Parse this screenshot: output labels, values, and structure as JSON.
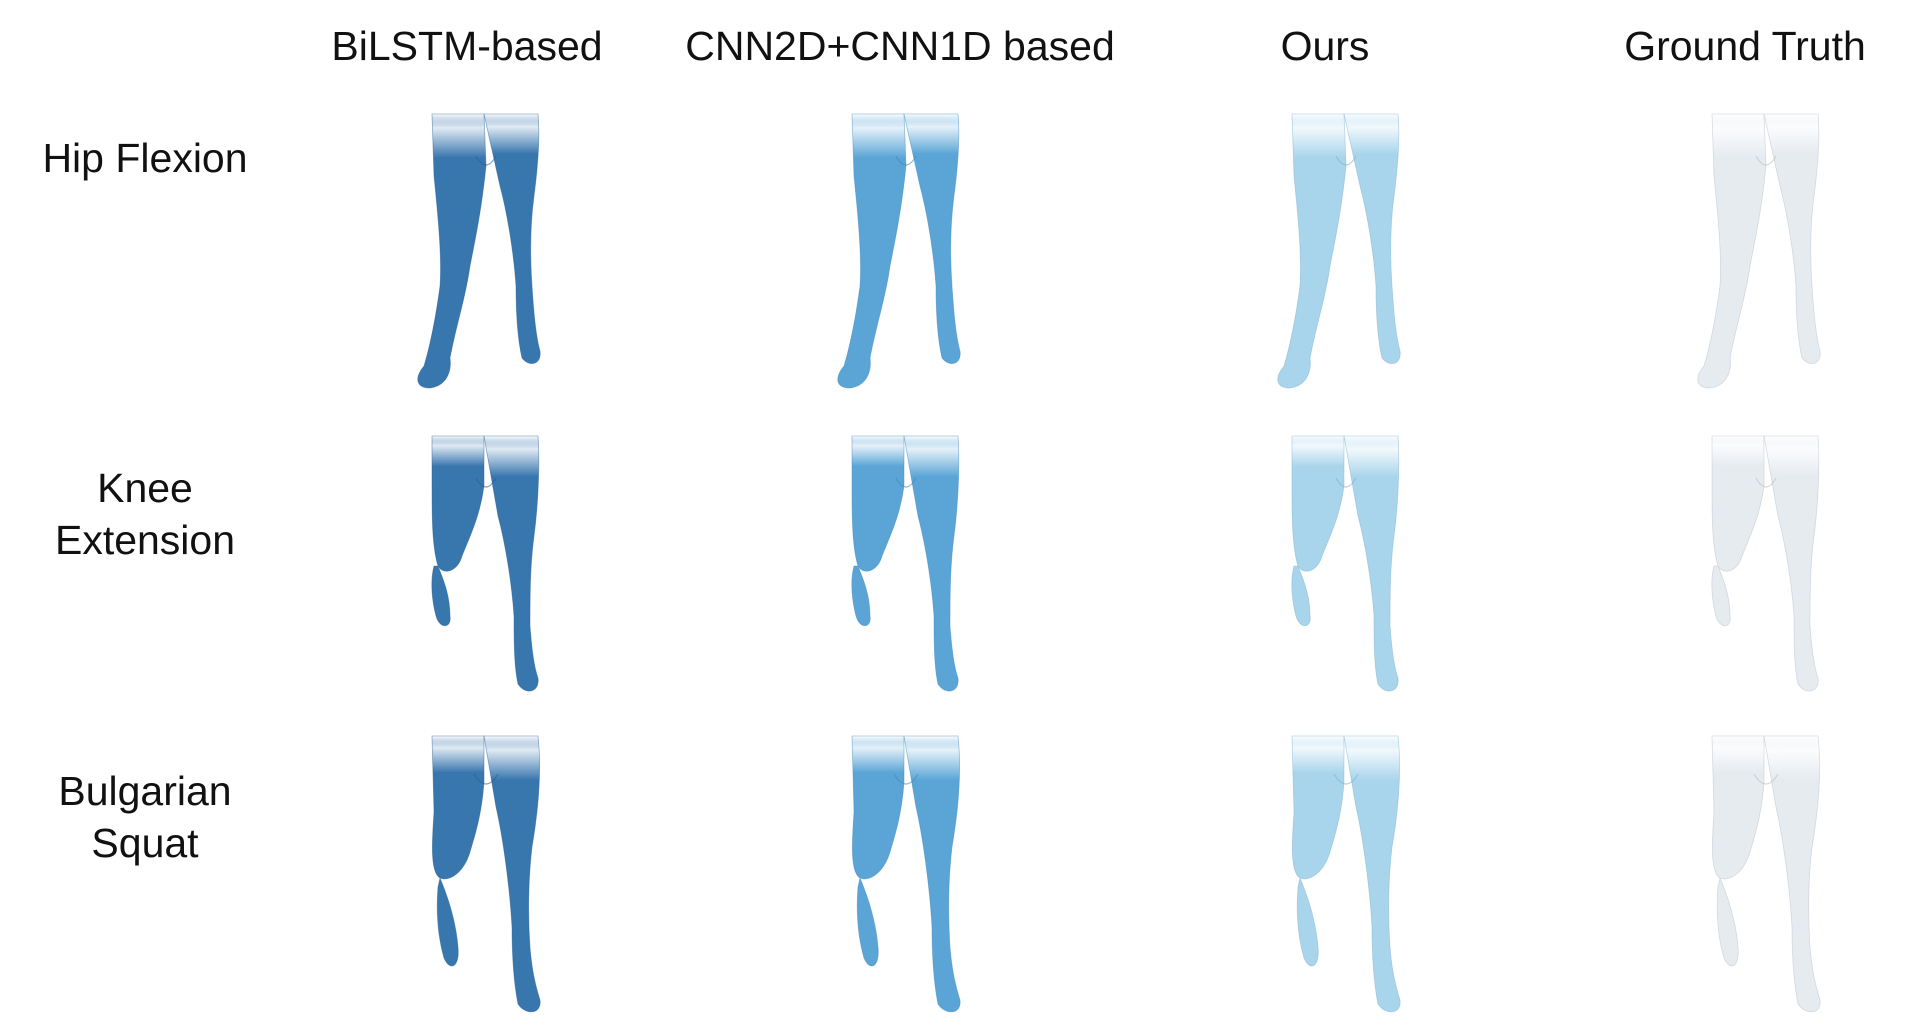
{
  "columns": [
    {
      "id": "bilstm",
      "label": "BiLSTM-based",
      "color": "#3876ae",
      "shade": "#285f93"
    },
    {
      "id": "cnn",
      "label": "CNN2D+CNN1D based",
      "color": "#5aa5d6",
      "shade": "#3d88bb"
    },
    {
      "id": "ours",
      "label": "Ours",
      "color": "#a9d5ec",
      "shade": "#7cb2cf"
    },
    {
      "id": "gt",
      "label": "Ground Truth",
      "color": "#e6ebf0",
      "shade": "#b7bec6"
    }
  ],
  "rows": [
    {
      "id": "hip-flexion",
      "label_lines": [
        "Hip Flexion"
      ]
    },
    {
      "id": "knee-extension",
      "label_lines": [
        "Knee",
        "Extension"
      ]
    },
    {
      "id": "bulgarian-squat",
      "label_lines": [
        "Bulgarian",
        "Squat"
      ]
    }
  ]
}
